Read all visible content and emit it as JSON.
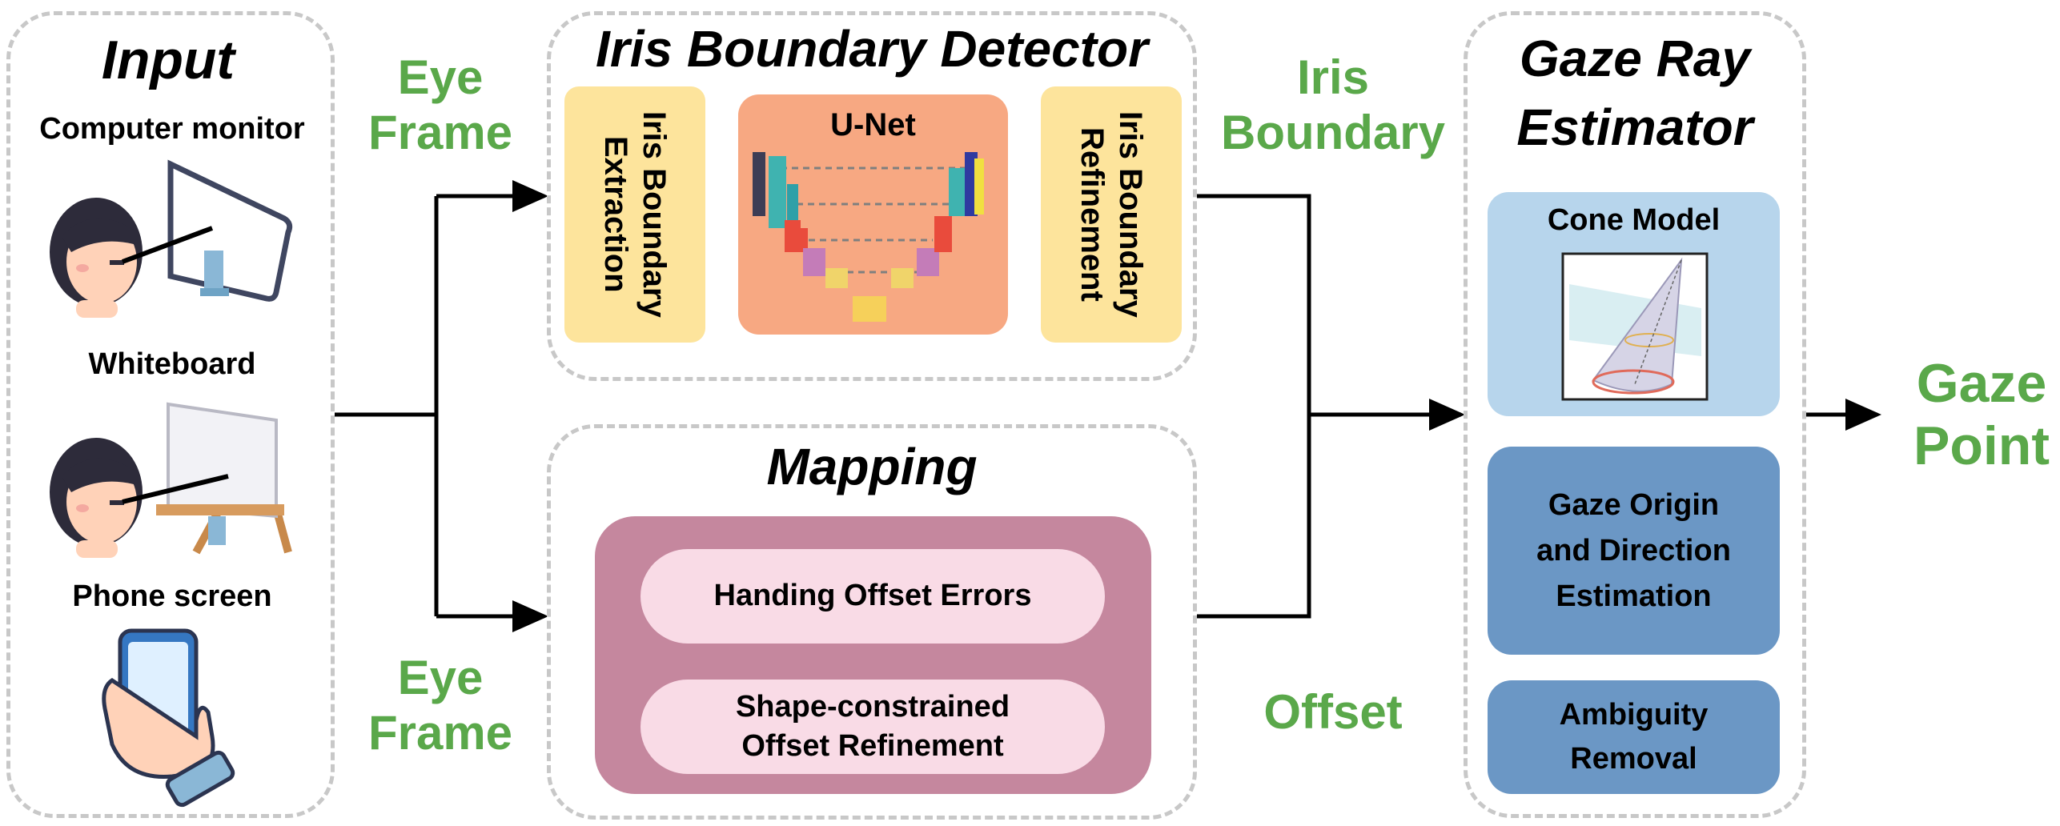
{
  "input": {
    "title": "Input",
    "sources": [
      {
        "label": "Computer monitor",
        "icon": "person-monitor-icon"
      },
      {
        "label": "Whiteboard",
        "icon": "person-whiteboard-icon"
      },
      {
        "label": "Phone screen",
        "icon": "hand-phone-icon"
      }
    ]
  },
  "edges": {
    "eye_frame_top": "Eye\nFrame",
    "eye_frame_bottom": "Eye\nFrame",
    "iris_boundary": "Iris\nBoundary",
    "offset": "Offset",
    "gaze_point": "Gaze\nPoint"
  },
  "iris_detector": {
    "title": "Iris Boundary Detector",
    "extraction": "Iris Boundary\nExtraction",
    "unet": "U-Net",
    "refinement": "Iris Boundary\nRefinement"
  },
  "mapping": {
    "title": "Mapping",
    "steps": [
      "Handing Offset Errors",
      "Shape-constrained\nOffset Refinement"
    ]
  },
  "estimator": {
    "title": "Gaze Ray\nEstimator",
    "cone_model": "Cone Model",
    "origin_direction": "Gaze Origin\nand Direction\nEstimation",
    "ambiguity": "Ambiguity\nRemoval"
  },
  "colors": {
    "green": "#5aa84a",
    "yellow": "#fde49c",
    "orange": "#f7a882",
    "mauve": "#c5879e",
    "pink": "#f9dbe6",
    "light_blue": "#b7d5ec",
    "mid_blue": "#6b97c5",
    "dashed_border": "#c8c8c8"
  }
}
